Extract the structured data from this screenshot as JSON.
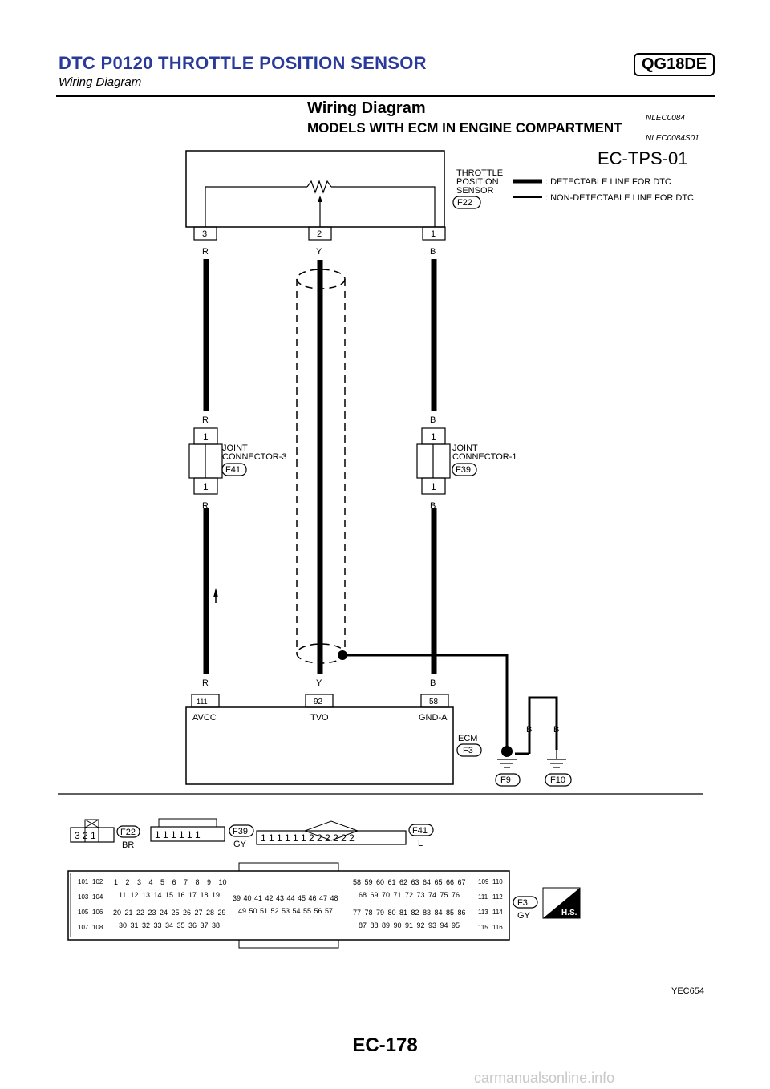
{
  "header": {
    "title": "DTC P0120 THROTTLE POSITION SENSOR",
    "engine_code": "QG18DE",
    "subtitle": "Wiring Diagram"
  },
  "section": {
    "title": "Wiring Diagram",
    "ref1": "NLEC0084",
    "subtitle": "MODELS WITH ECM IN ENGINE COMPARTMENT",
    "ref2": "NLEC0084S01",
    "diagram_id": "EC-TPS-01"
  },
  "sensor": {
    "name_line1": "THROTTLE",
    "name_line2": "POSITION",
    "name_line3": "SENSOR",
    "connector": "F22",
    "pins": [
      "3",
      "2",
      "1"
    ]
  },
  "legend": {
    "detectable": ": DETECTABLE LINE FOR DTC",
    "non_detectable": ": NON-DETECTABLE LINE FOR DTC"
  },
  "wires": {
    "left_color": "R",
    "center_color": "Y",
    "right_color": "B"
  },
  "joint3": {
    "line1": "JOINT",
    "line2": "CONNECTOR-3",
    "connector": "F41",
    "pin": "1"
  },
  "joint1": {
    "line1": "JOINT",
    "line2": "CONNECTOR-1",
    "connector": "F39",
    "pin": "1"
  },
  "ecm": {
    "label": "ECM",
    "connector": "F3",
    "pins": [
      "111",
      "92",
      "58"
    ],
    "terminals": [
      "AVCC",
      "TVO",
      "GND-A"
    ]
  },
  "grounds": {
    "g1": "F9",
    "g2": "F10",
    "g1_color": "B",
    "g2_color": "B"
  },
  "connectors": {
    "f22": {
      "id": "F22",
      "color": "BR",
      "pins": [
        "3",
        "2",
        "1"
      ]
    },
    "f39": {
      "id": "F39",
      "color": "GY",
      "pins": [
        "1",
        "1",
        "1",
        "1",
        "1",
        "1"
      ]
    },
    "f41": {
      "id": "F41",
      "color": "L",
      "pins": [
        "1",
        "1",
        "1",
        "1",
        "1",
        "1",
        "2",
        "2",
        "2",
        "2",
        "2",
        "2"
      ]
    },
    "f3": {
      "id": "F3",
      "color": "GY"
    }
  },
  "ecm_connector": {
    "block1": [
      "101",
      "102",
      "103",
      "104",
      "105",
      "106",
      "107",
      "108"
    ],
    "row1": [
      "1",
      "2",
      "3",
      "4",
      "5",
      "6",
      "7",
      "8",
      "9",
      "10"
    ],
    "row2": [
      "11",
      "12",
      "13",
      "14",
      "15",
      "16",
      "17",
      "18",
      "19"
    ],
    "row3": [
      "20",
      "21",
      "22",
      "23",
      "24",
      "25",
      "26",
      "27",
      "28",
      "29"
    ],
    "row4": [
      "30",
      "31",
      "32",
      "33",
      "34",
      "35",
      "36",
      "37",
      "38"
    ],
    "mid1": [
      "39",
      "40",
      "41",
      "42",
      "43",
      "44",
      "45",
      "46",
      "47",
      "48"
    ],
    "mid2": [
      "49",
      "50",
      "51",
      "52",
      "53",
      "54",
      "55",
      "56",
      "57"
    ],
    "r1": [
      "58",
      "59",
      "60",
      "61",
      "62",
      "63",
      "64",
      "65",
      "66",
      "67"
    ],
    "r2": [
      "68",
      "69",
      "70",
      "71",
      "72",
      "73",
      "74",
      "75",
      "76"
    ],
    "r3": [
      "77",
      "78",
      "79",
      "80",
      "81",
      "82",
      "83",
      "84",
      "85",
      "86"
    ],
    "r4": [
      "87",
      "88",
      "89",
      "90",
      "91",
      "92",
      "93",
      "94",
      "95"
    ],
    "block2": [
      "109",
      "110",
      "111",
      "112",
      "113",
      "114",
      "115",
      "116"
    ]
  },
  "hs_label": "H.S.",
  "image_code": "YEC654",
  "page_number": "EC-178",
  "watermark": "carmanualsonline.info"
}
